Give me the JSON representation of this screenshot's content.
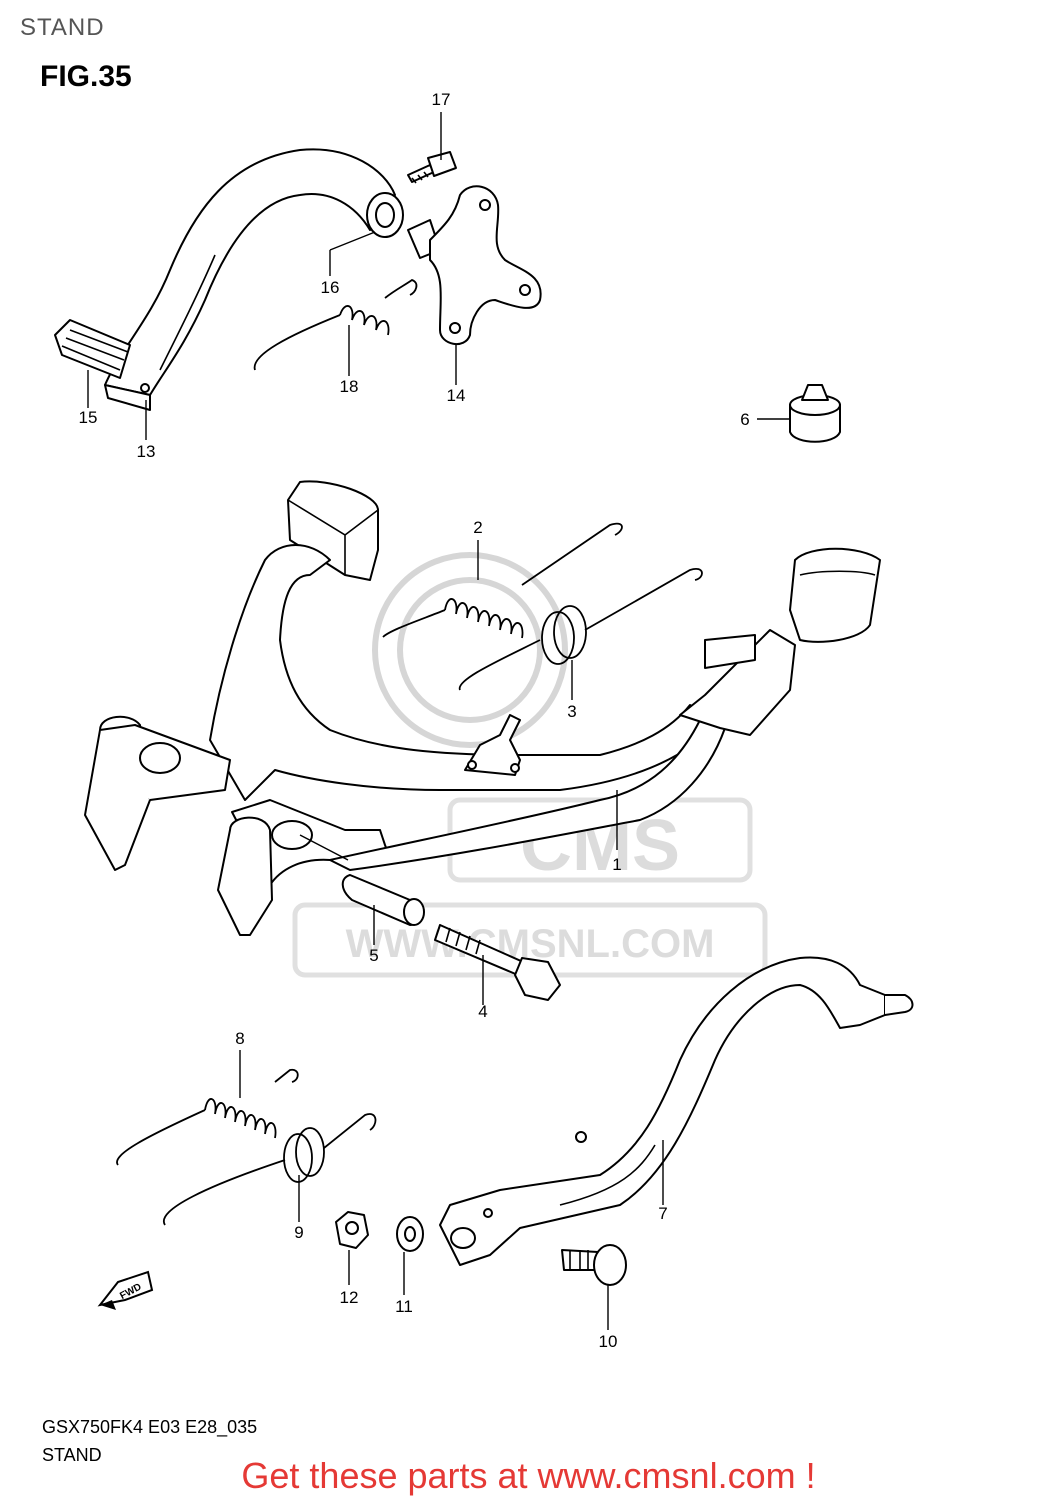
{
  "header": {
    "title": "STAND"
  },
  "figure": {
    "label": "FIG.35"
  },
  "watermark": {
    "brand": "CMS",
    "url": "WWW.CMSNL.COM"
  },
  "direction_badge": {
    "label": "FWD"
  },
  "parts": [
    {
      "id": "1",
      "label": "1"
    },
    {
      "id": "2",
      "label": "2"
    },
    {
      "id": "3",
      "label": "3"
    },
    {
      "id": "4",
      "label": "4"
    },
    {
      "id": "5",
      "label": "5"
    },
    {
      "id": "6",
      "label": "6"
    },
    {
      "id": "7",
      "label": "7"
    },
    {
      "id": "8",
      "label": "8"
    },
    {
      "id": "9",
      "label": "9"
    },
    {
      "id": "10",
      "label": "10"
    },
    {
      "id": "11",
      "label": "11"
    },
    {
      "id": "12",
      "label": "12"
    },
    {
      "id": "13",
      "label": "13"
    },
    {
      "id": "14",
      "label": "14"
    },
    {
      "id": "15",
      "label": "15"
    },
    {
      "id": "16",
      "label": "16"
    },
    {
      "id": "17",
      "label": "17"
    },
    {
      "id": "18",
      "label": "18"
    }
  ],
  "footer": {
    "model_code": "GSX750FK4 E03 E28_035",
    "section": "STAND",
    "link_text": "Get these parts at www.cmsnl.com !"
  },
  "colors": {
    "link": "#e53935",
    "watermark": "#d6d6d6",
    "line": "#000000"
  }
}
